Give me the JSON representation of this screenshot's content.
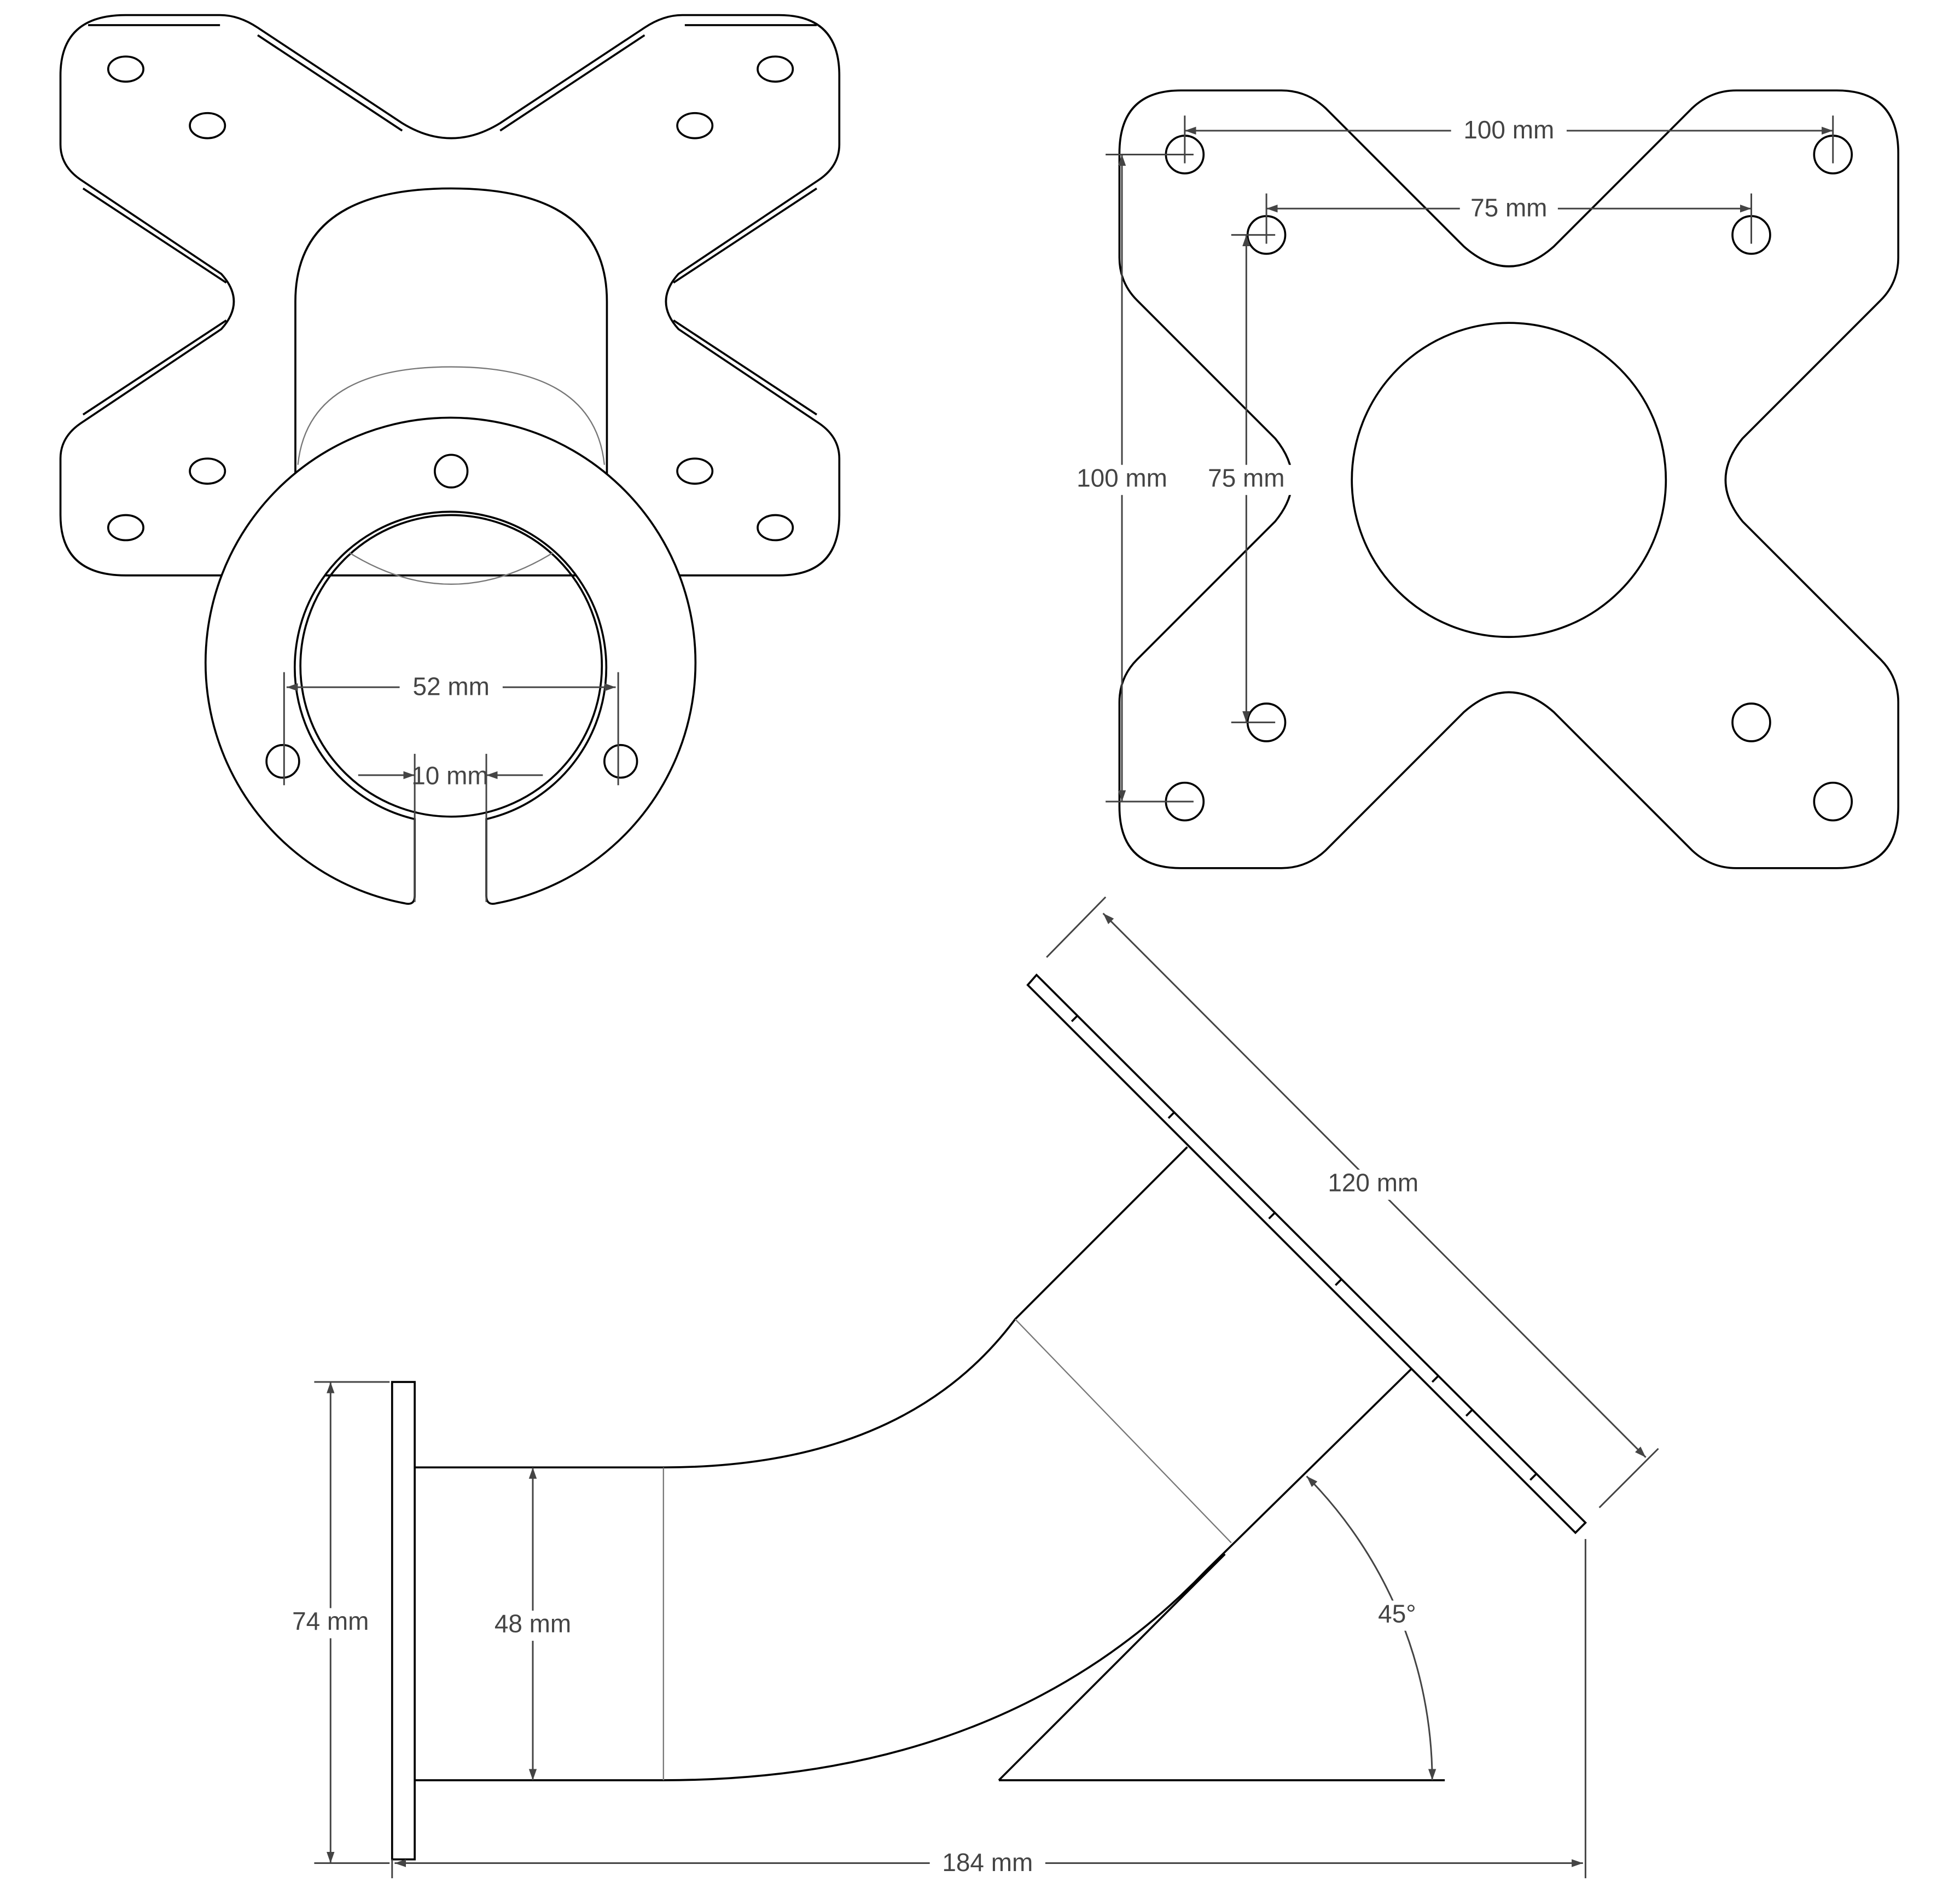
{
  "title": "Monitor mount bracket technical drawing",
  "views": {
    "ring_view": {
      "dim_ring_hole_spacing": "52 mm",
      "dim_slot_width": "10 mm"
    },
    "vesa_plate_view": {
      "dim_outer_horizontal": "100 mm",
      "dim_inner_horizontal": "75 mm",
      "dim_outer_vertical": "100 mm",
      "dim_inner_vertical": "75 mm"
    },
    "side_view": {
      "dim_flange_height": "74 mm",
      "dim_tube_diameter": "48 mm",
      "dim_overall_length": "184 mm",
      "dim_plate_length": "120 mm",
      "dim_angle": "45°"
    }
  }
}
